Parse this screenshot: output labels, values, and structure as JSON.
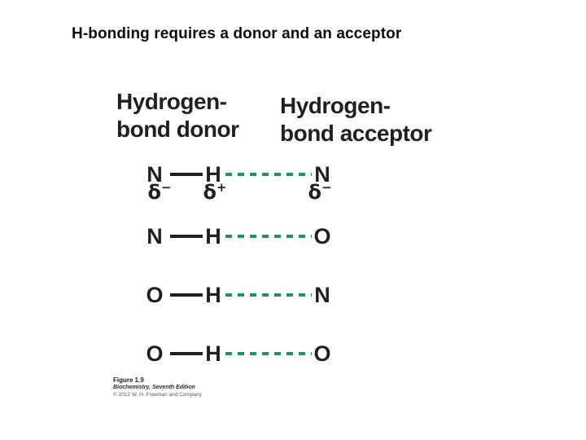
{
  "slide": {
    "title": "H-bonding requires a donor and an acceptor"
  },
  "figure": {
    "headers": {
      "donor_line1": "Hydrogen-",
      "donor_line2": "bond donor",
      "acceptor_line1": "Hydrogen-",
      "acceptor_line2": "bond acceptor"
    },
    "rows": [
      {
        "donor": "N",
        "hydrogen": "H",
        "acceptor": "N"
      },
      {
        "donor": "N",
        "hydrogen": "H",
        "acceptor": "O"
      },
      {
        "donor": "O",
        "hydrogen": "H",
        "acceptor": "N"
      },
      {
        "donor": "O",
        "hydrogen": "H",
        "acceptor": "O"
      }
    ],
    "partial_charges": {
      "donor_base": "δ",
      "donor_sign": "−",
      "hydrogen_base": "δ",
      "hydrogen_sign": "+",
      "acceptor_base": "δ",
      "acceptor_sign": "−"
    },
    "caption": {
      "figure_label": "Figure 1.9",
      "book_title": "Biochemistry, Seventh Edition",
      "copyright": "© 2012 W. H. Freeman and Company"
    },
    "colors": {
      "hydrogen_bond_dash": "#17995a",
      "ink": "#231f20"
    }
  }
}
